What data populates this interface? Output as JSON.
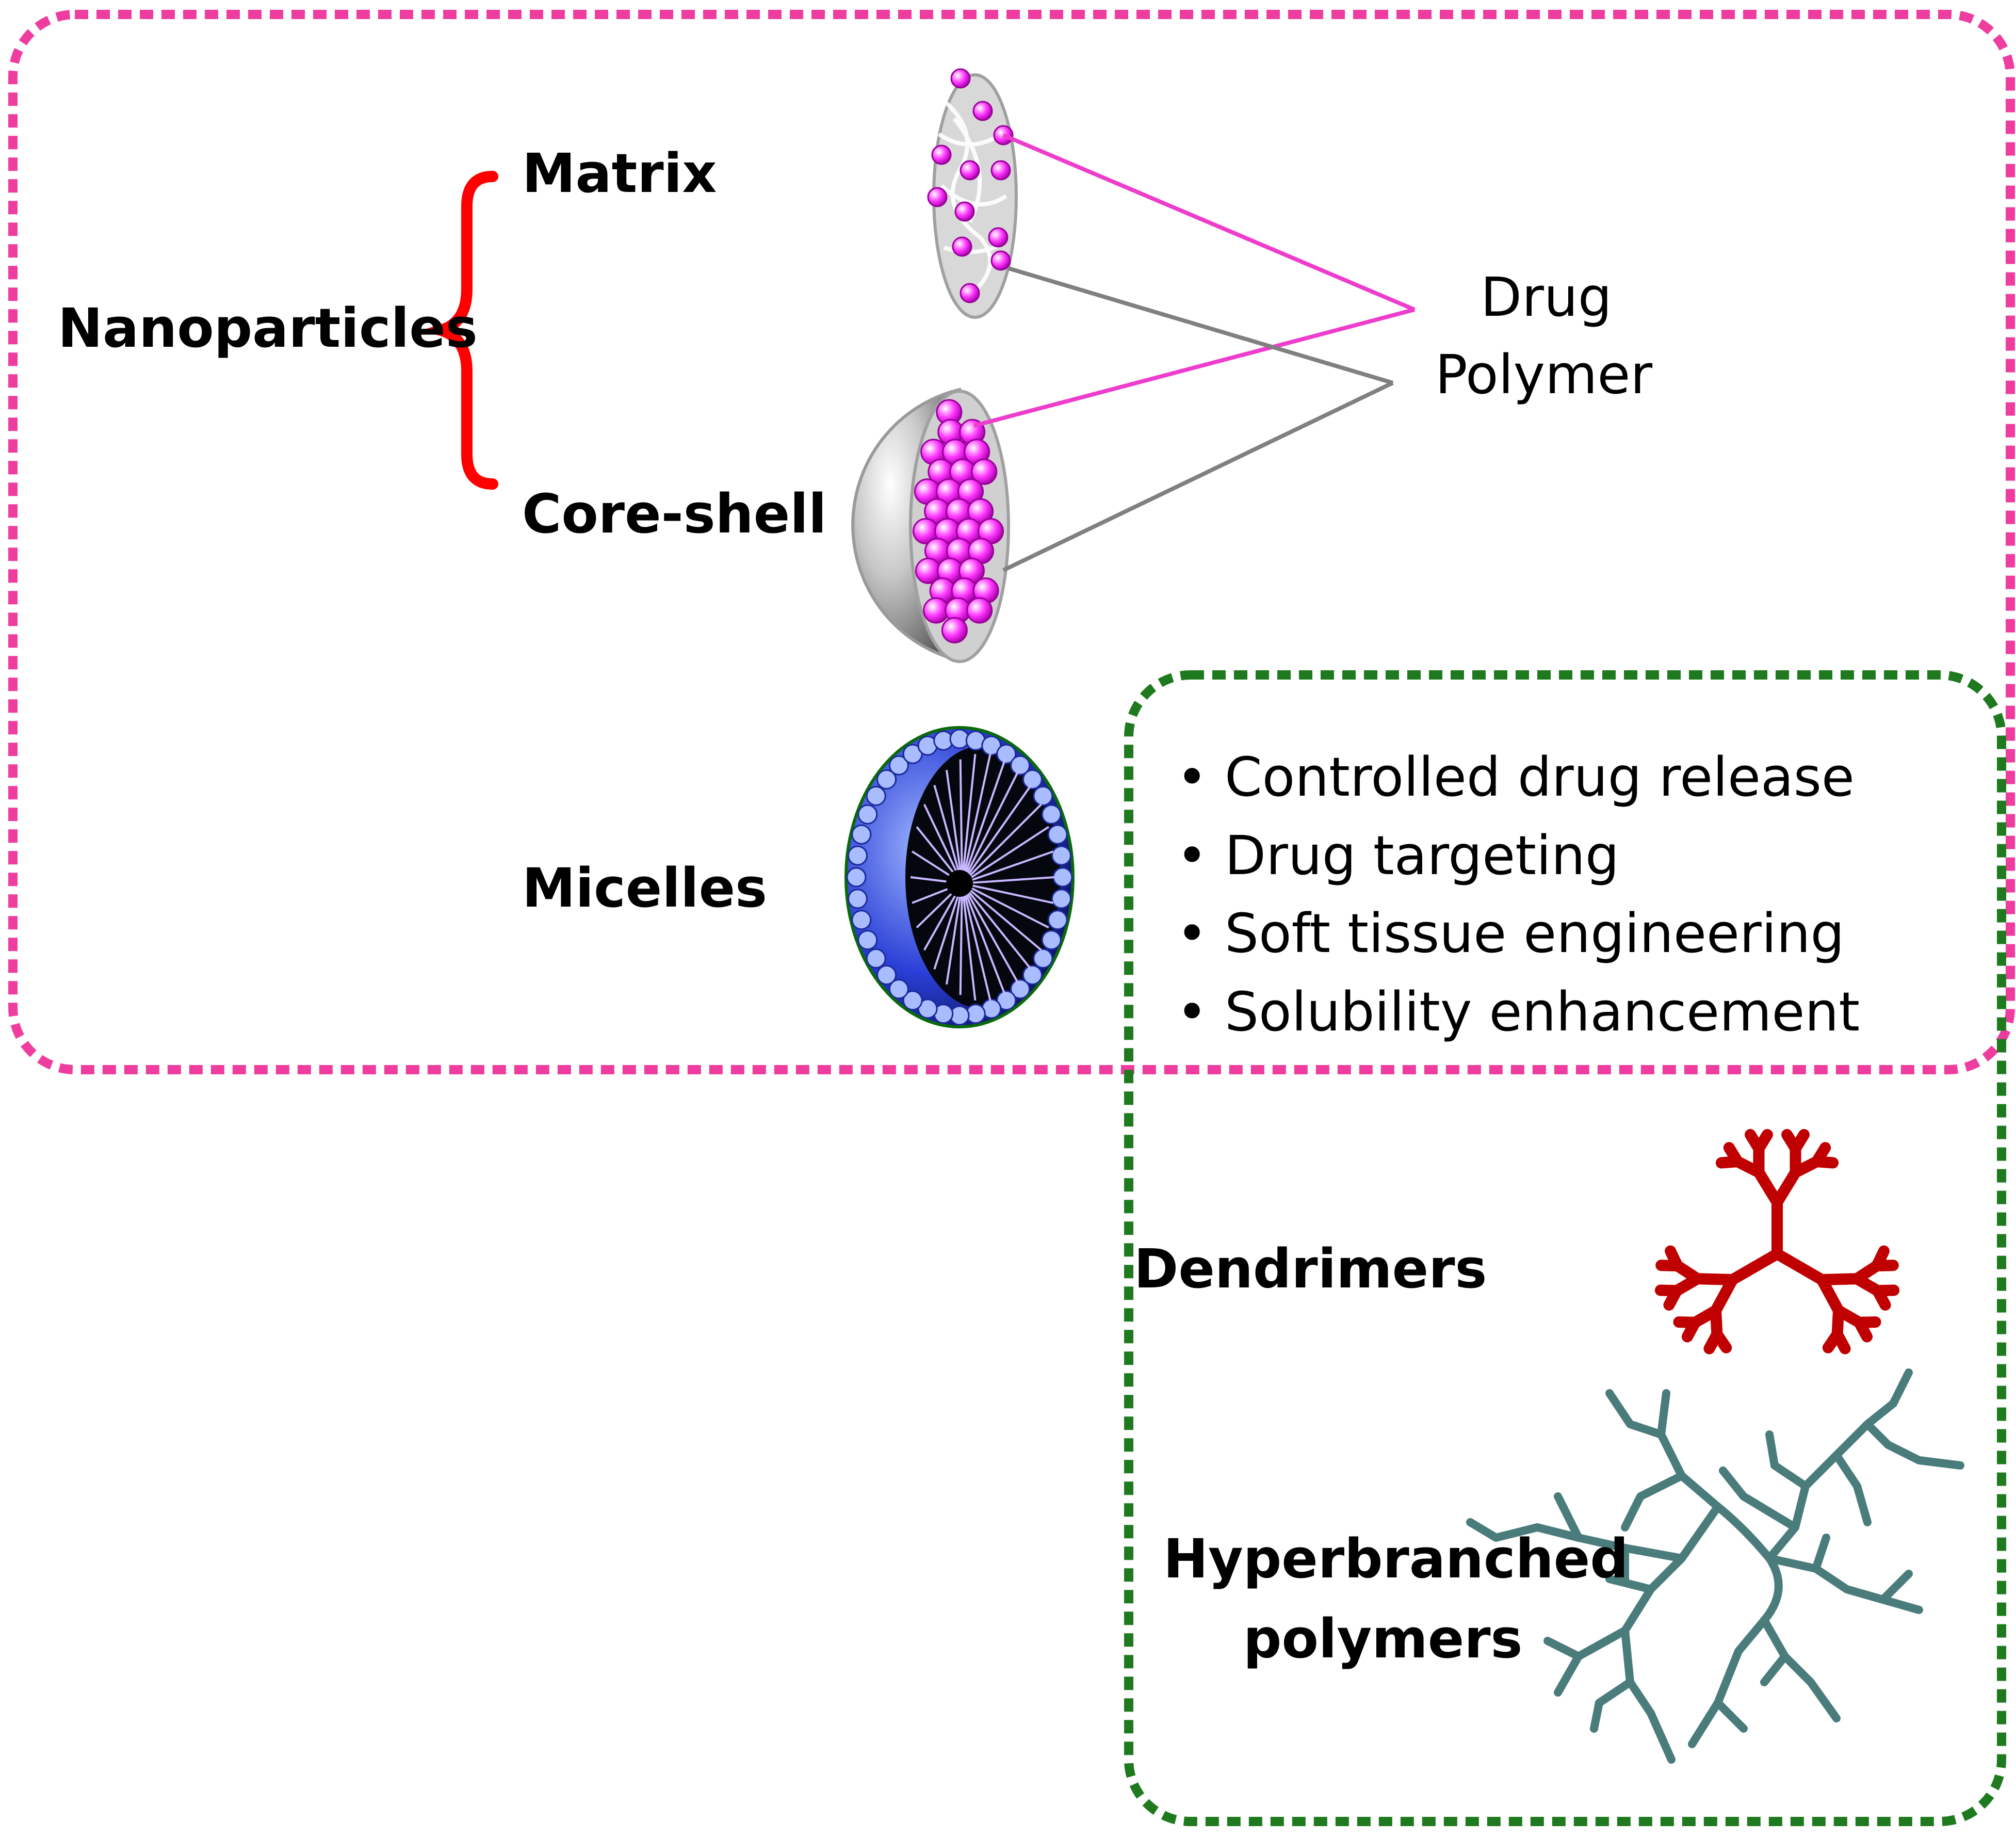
{
  "labels": {
    "nanoparticles": "Nanoparticles",
    "matrix": "Matrix",
    "core_shell": "Core-shell",
    "micelles": "Micelles",
    "drug": "Drug",
    "polymer": "Polymer",
    "dendrimers": "Dendrimers",
    "hyperbranched_line1": "Hyperbranched",
    "hyperbranched_line2": "polymers"
  },
  "applications": [
    "Controlled drug release",
    "Drug targeting",
    "Soft tissue engineering",
    "Solubility enhancement"
  ],
  "colors": {
    "pink_border": "#ee3d9f",
    "green_border": "#1f7a1f",
    "brace": "#ff0000",
    "drug_particle": "#ff00ff",
    "drug_line": "#ee3dcc",
    "polymer_line": "#808080",
    "dendrimer": "#c00000",
    "hyperbranched": "#4a7c7c"
  }
}
